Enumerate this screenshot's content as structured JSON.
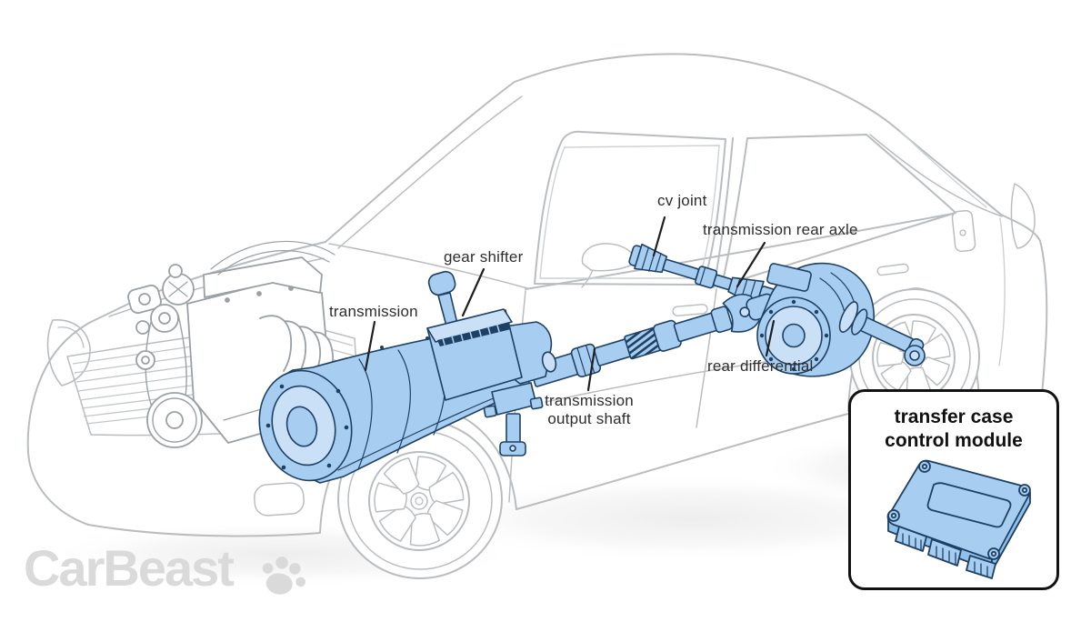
{
  "brand": {
    "name": "CarBeast",
    "icon": "paw-icon"
  },
  "labels": {
    "transmission": "transmission",
    "gear_shifter": "gear shifter",
    "cv_joint": "cv joint",
    "transmission_rear_axle": "transmission rear axle",
    "rear_differential": "rear differential",
    "transmission_output_shaft": "transmission output shaft"
  },
  "inset": {
    "title_line1": "transfer case",
    "title_line2": "control module"
  },
  "colors": {
    "highlight_fill": "#a7cdf0",
    "highlight_fill_light": "#c9e0f7",
    "highlight_stroke": "#1e4064",
    "car_line": "#b9bdc0",
    "engine_line": "#9aa0a4",
    "label_text": "#2d2d2d",
    "leader_line": "#1f1f1f",
    "brand_gray": "#dadada",
    "inset_border": "#121212",
    "background": "#ffffff"
  }
}
